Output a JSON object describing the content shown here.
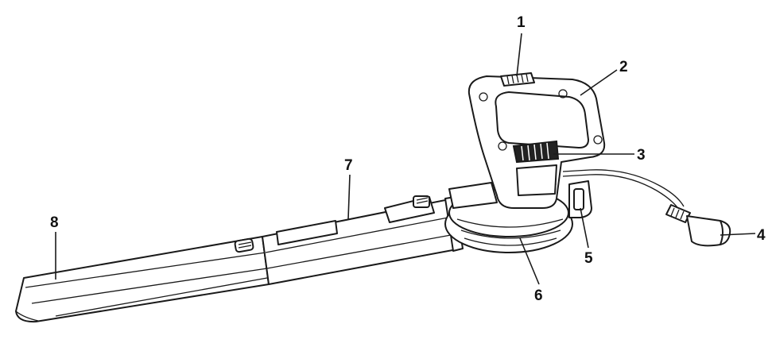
{
  "callouts": [
    {
      "id": "1",
      "label": "1"
    },
    {
      "id": "2",
      "label": "2"
    },
    {
      "id": "3",
      "label": "3"
    },
    {
      "id": "4",
      "label": "4"
    },
    {
      "id": "5",
      "label": "5"
    },
    {
      "id": "6",
      "label": "6"
    },
    {
      "id": "7",
      "label": "7"
    },
    {
      "id": "8",
      "label": "8"
    }
  ],
  "colors": {
    "line": "#1a1a1a",
    "background": "#ffffff",
    "vent_fill": "#222222"
  }
}
